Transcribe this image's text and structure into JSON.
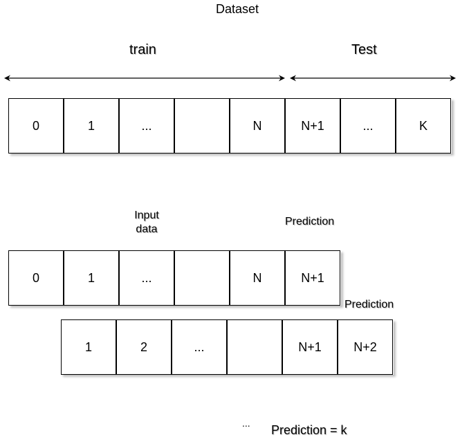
{
  "title": "Dataset",
  "split": {
    "train_label": "train",
    "test_label": "Test"
  },
  "dataset_row": [
    "0",
    "1",
    "...",
    "",
    "N",
    "N+1",
    "...",
    "K"
  ],
  "step1": {
    "input_label_line1": "Input",
    "input_label_line2": "data",
    "prediction_label": "Prediction",
    "cells": [
      "0",
      "1",
      "...",
      "",
      "N",
      "N+1"
    ]
  },
  "step2": {
    "prediction_label": "Prediction",
    "cells": [
      "1",
      "2",
      "...",
      "",
      "N+1",
      "N+2"
    ]
  },
  "footer": {
    "ellipsis": "...",
    "final_prediction": "Prediction = k"
  }
}
